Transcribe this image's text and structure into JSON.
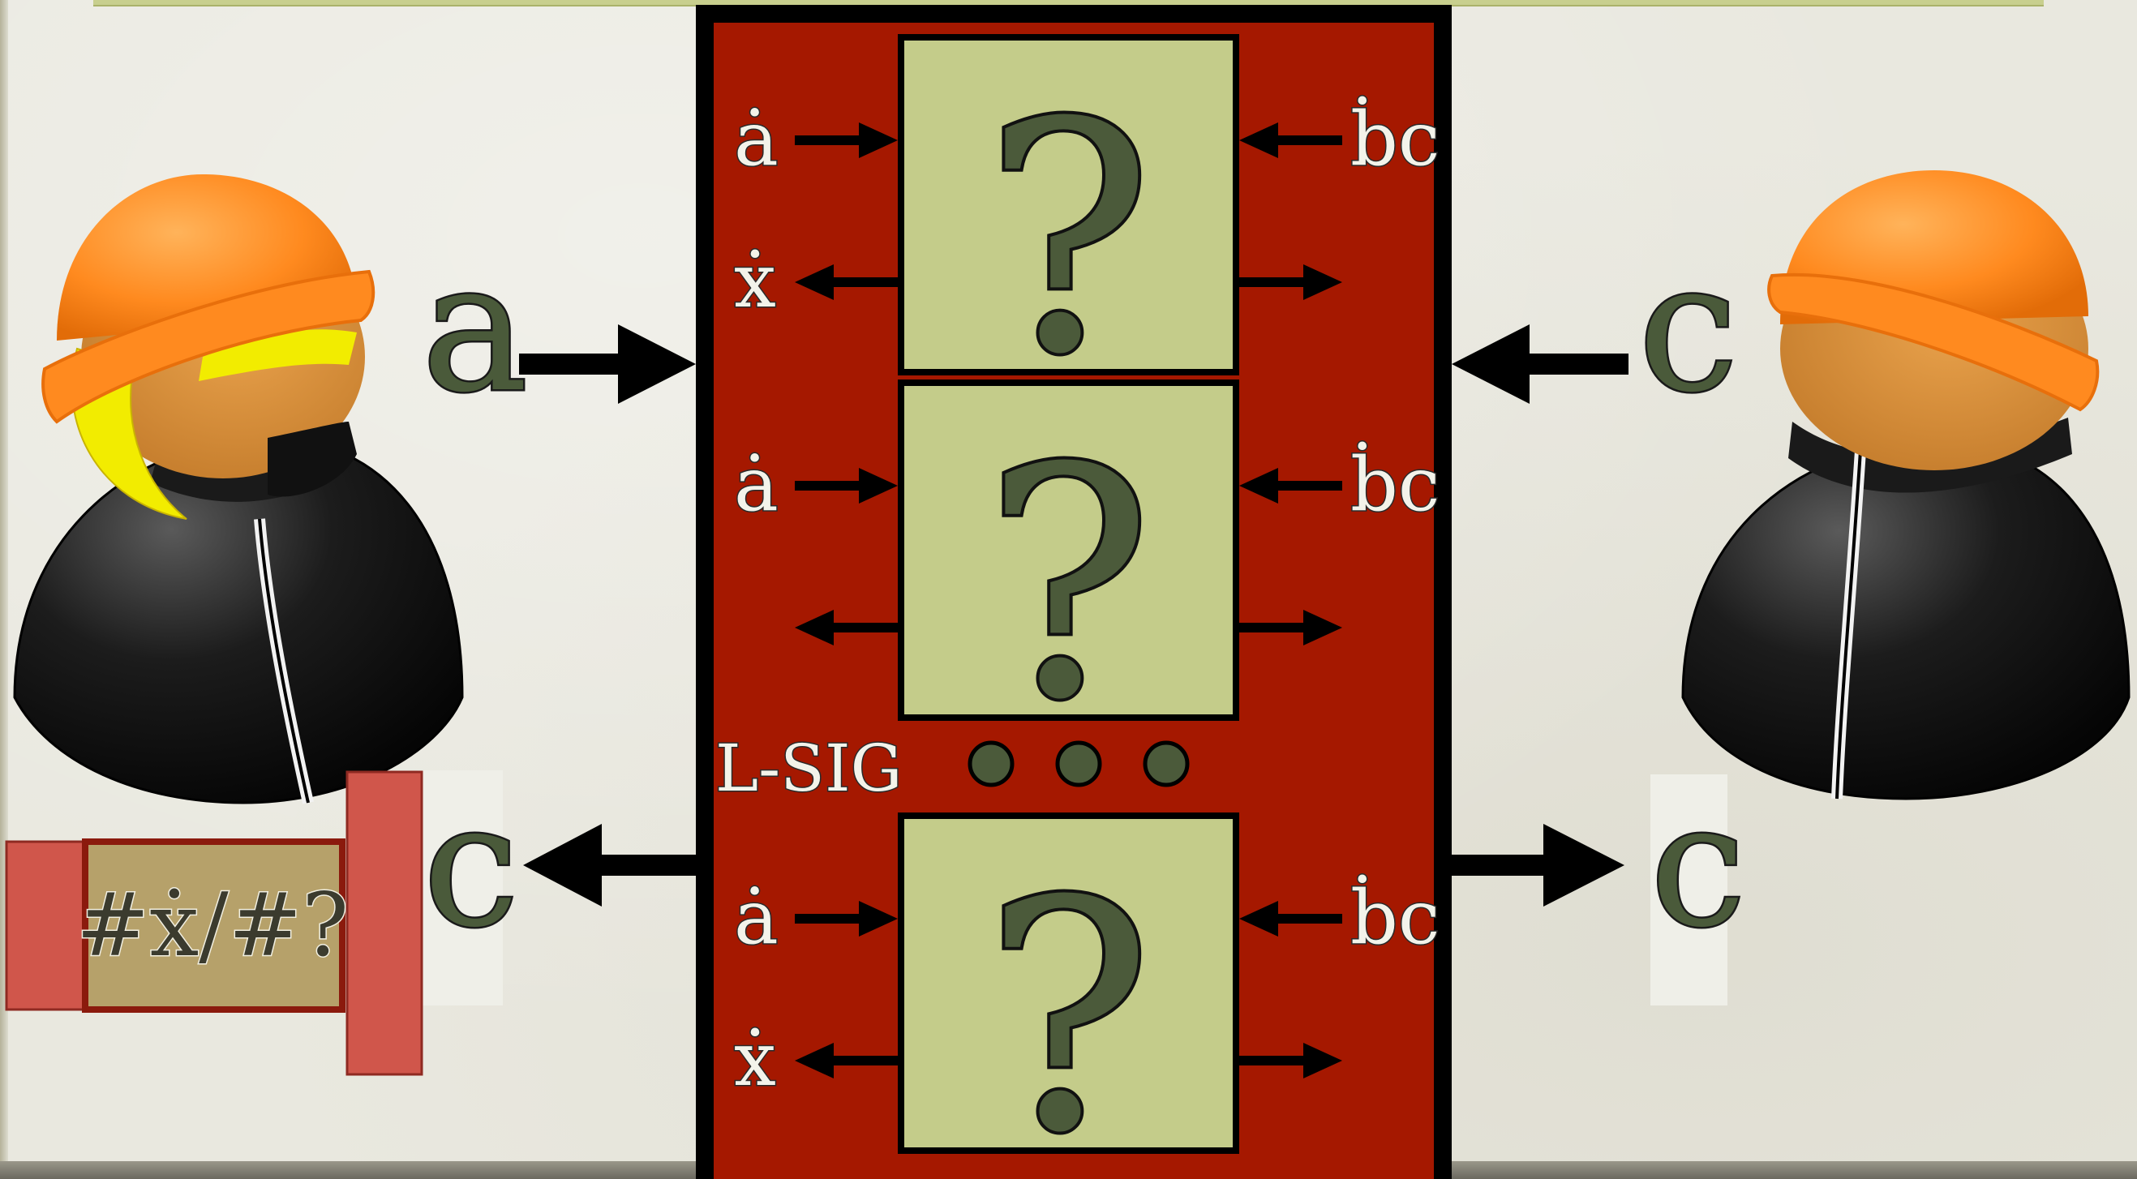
{
  "left_label": "a",
  "right_label": "c",
  "left_output_label": "c",
  "right_output_label": "c",
  "counter_text": "#ẋ/#?",
  "lsig_label": "L-SIG",
  "box_mark": "?",
  "box_inputs": {
    "left_in": "ȧ",
    "left_out": "ẋ",
    "right_in": "ḃc"
  },
  "boxes": [
    {
      "left_out_label_visible": true
    },
    {
      "left_out_label_visible": false
    },
    {
      "left_out_label_visible": true
    }
  ],
  "colors": {
    "panel_red": "#a51800",
    "box_fill": "#c4cc8a",
    "glyph_green": "#4a5a3a",
    "hat_orange": "#ff8a1f",
    "face_tan": "#d9903b",
    "hair_yellow": "#f2ec00",
    "coat_black": "#151515",
    "counter_bg": "#b6a16a",
    "tab_red": "#d0564b"
  }
}
